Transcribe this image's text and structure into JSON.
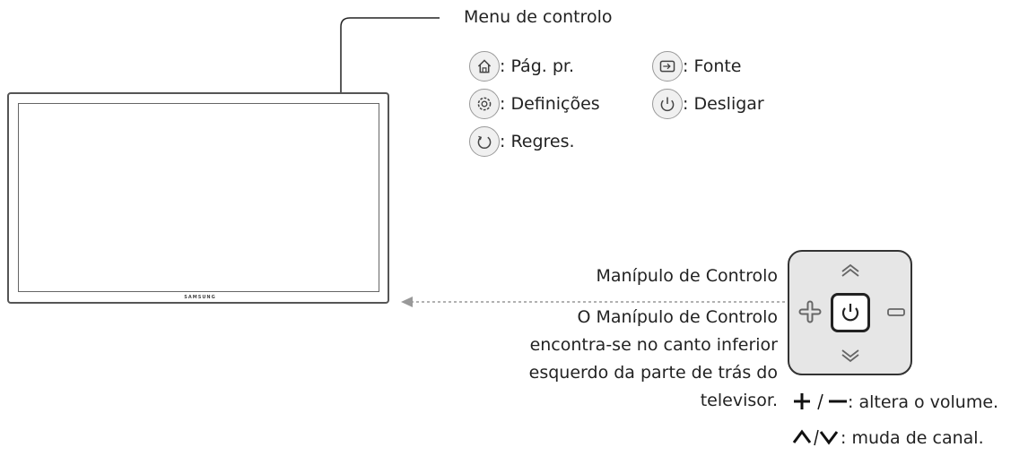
{
  "menu": {
    "title": "Menu de controlo",
    "items": [
      {
        "icon": "home-icon",
        "label": ": Pág. pr."
      },
      {
        "icon": "source-icon",
        "label": ": Fonte"
      },
      {
        "icon": "settings-icon",
        "label": ": Definições"
      },
      {
        "icon": "power-icon",
        "label": ": Desligar"
      },
      {
        "icon": "return-icon",
        "label": ": Regres."
      }
    ]
  },
  "tv": {
    "brand": "SAMSUNG"
  },
  "joystick": {
    "title": "Manípulo de Controlo",
    "description_lines": [
      "O Manípulo de Controlo",
      "encontra-se no canto inferior",
      "esquerdo da parte de trás do",
      "televisor."
    ],
    "volume_label": ": altera o volume.",
    "channel_label": ": muda de canal."
  }
}
